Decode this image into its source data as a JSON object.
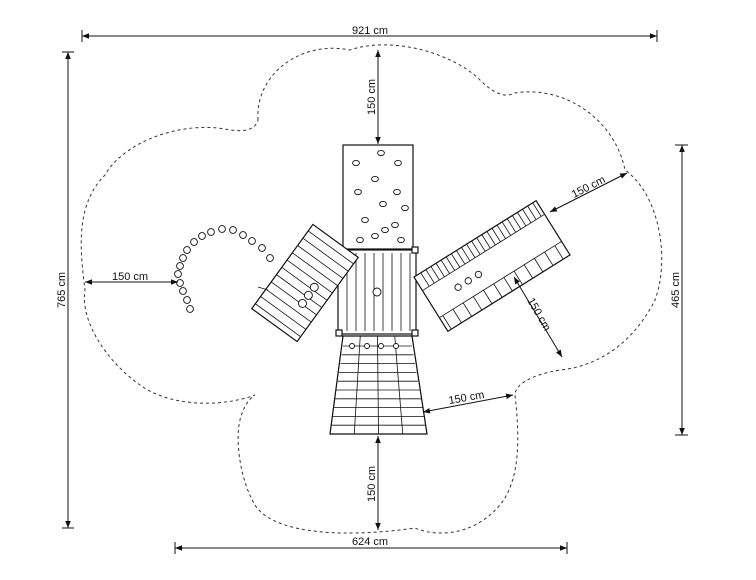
{
  "dimensions": {
    "overall_width": "921 cm",
    "overall_height": "765 cm",
    "right_height": "465 cm",
    "bottom_width": "624 cm",
    "top_clearance": "150 cm",
    "left_clearance": "150 cm",
    "slide_side_clearance": "150 cm",
    "slide_end_clearance": "150 cm",
    "net_side_clearance": "150 cm",
    "bottom_clearance": "150 cm"
  }
}
